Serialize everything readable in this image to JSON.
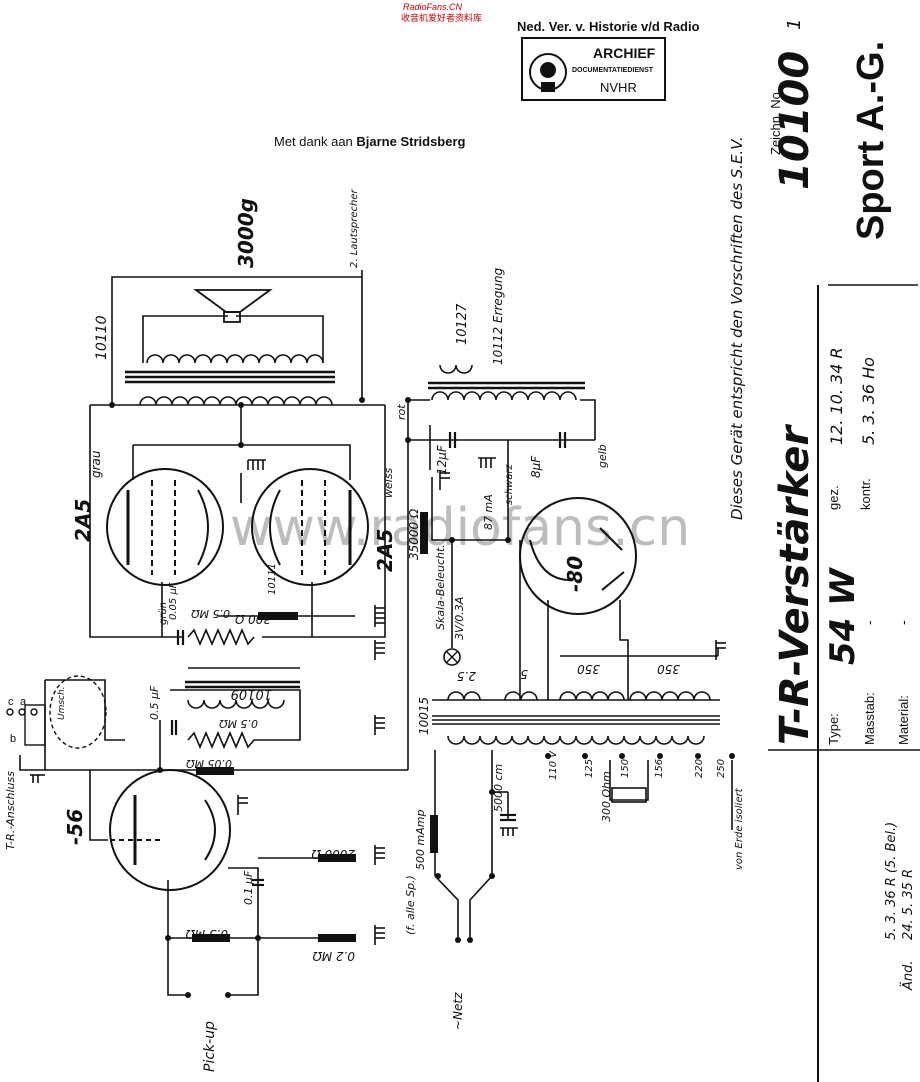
{
  "header": {
    "watermark_top": "RadioFans.CN",
    "watermark_cn": "收音机爱好者资料库",
    "archive_line": "Ned. Ver. v. Historie v/d Radio",
    "stamp": {
      "top": "ARCHIEF",
      "middle": "DOCUMENTATIEDIENST",
      "bottom": "NVHR"
    },
    "thanks_prefix": "Met dank aan ",
    "thanks_name": "Bjarne Stridsberg"
  },
  "title_block": {
    "drawing_no_label": "Zeichn. No.",
    "drawing_no": "10100",
    "drawing_sheet": "1",
    "company": "Sport A.-G.",
    "title": "T-R-Verstärker",
    "model": "54 W",
    "type_label": "Type:",
    "drawn_label": "gez.",
    "drawn_value": "12. 10. 34 R",
    "checked_label": "kontr.",
    "checked_value": "5. 3. 36 Ho",
    "scale_label": "Masstab:",
    "scale_value": "-",
    "material_label": "Material:",
    "material_value": "-",
    "conformity_note": "Dieses Gerät entspricht den Vorschriften des S.E.V.",
    "change_label": "Änd.",
    "change_1": "5. 3. 36 R (5. Bel.)",
    "change_2": "24. 5. 35 R"
  },
  "labels": {
    "speaker_weight": "3000g",
    "second_speaker": "2. Lautsprecher",
    "output_transformer": "10110",
    "field_coil": "10127",
    "field_coil_2": "10112 Erregung",
    "tube_2a5_left": "2A5",
    "tube_2a5_right": "2A5",
    "wire_grau": "grau",
    "wire_weiss": "weiss",
    "wire_rot": "rot",
    "cap_12": "12µF",
    "cap_8": "8µF",
    "wire_gelb": "gelb",
    "res_35000": "35000 Ω",
    "lamp_note": "Skala-Beleucht.",
    "lamp_rating": "3V/0.3A",
    "current_87": "87 mA",
    "wire_schwarz": "schwarz",
    "rectifier": "-80",
    "res_300": "300 Ω",
    "coil_10111": "10111",
    "cap_005": "0.05 µF",
    "res_05m": "0.5 MΩ",
    "wire_gruen": "grün",
    "interstage_transformer": "10109",
    "cap_05": "0.5 µF",
    "res_05m_2": "0.5 MΩ",
    "power_transformer": "10015",
    "hv_350a": "350",
    "hv_350b": "350",
    "low_5v": "5",
    "low_25v": "2.5",
    "tap_110": "110 V",
    "tap_125": "125",
    "tap_150": "150",
    "tap_156": "156",
    "tap_220": "220",
    "tap_250": "250",
    "shunt": "300 Ohm",
    "isolated_note": "von Erde isoliert",
    "cap_5000": "5000 cm",
    "fuse": "500 mAmp",
    "plug_note": "(f. alle Sp.)",
    "mains": "~Netz",
    "tr_connector": "T-R.-Anschluss",
    "switch_note": "Umsch.",
    "conn_c": "c",
    "conn_a": "a",
    "conn_b": "b",
    "tube_56": "-56",
    "res_005m": "0.05 MΩ",
    "cap_01": "0.1 µF",
    "res_2000": "2000 Ω",
    "res_03m": "0.3 MΩ",
    "res_02m": "0.2 MΩ",
    "pickup": "Pick-up",
    "watermark_site": "www.radiofans.cn"
  }
}
